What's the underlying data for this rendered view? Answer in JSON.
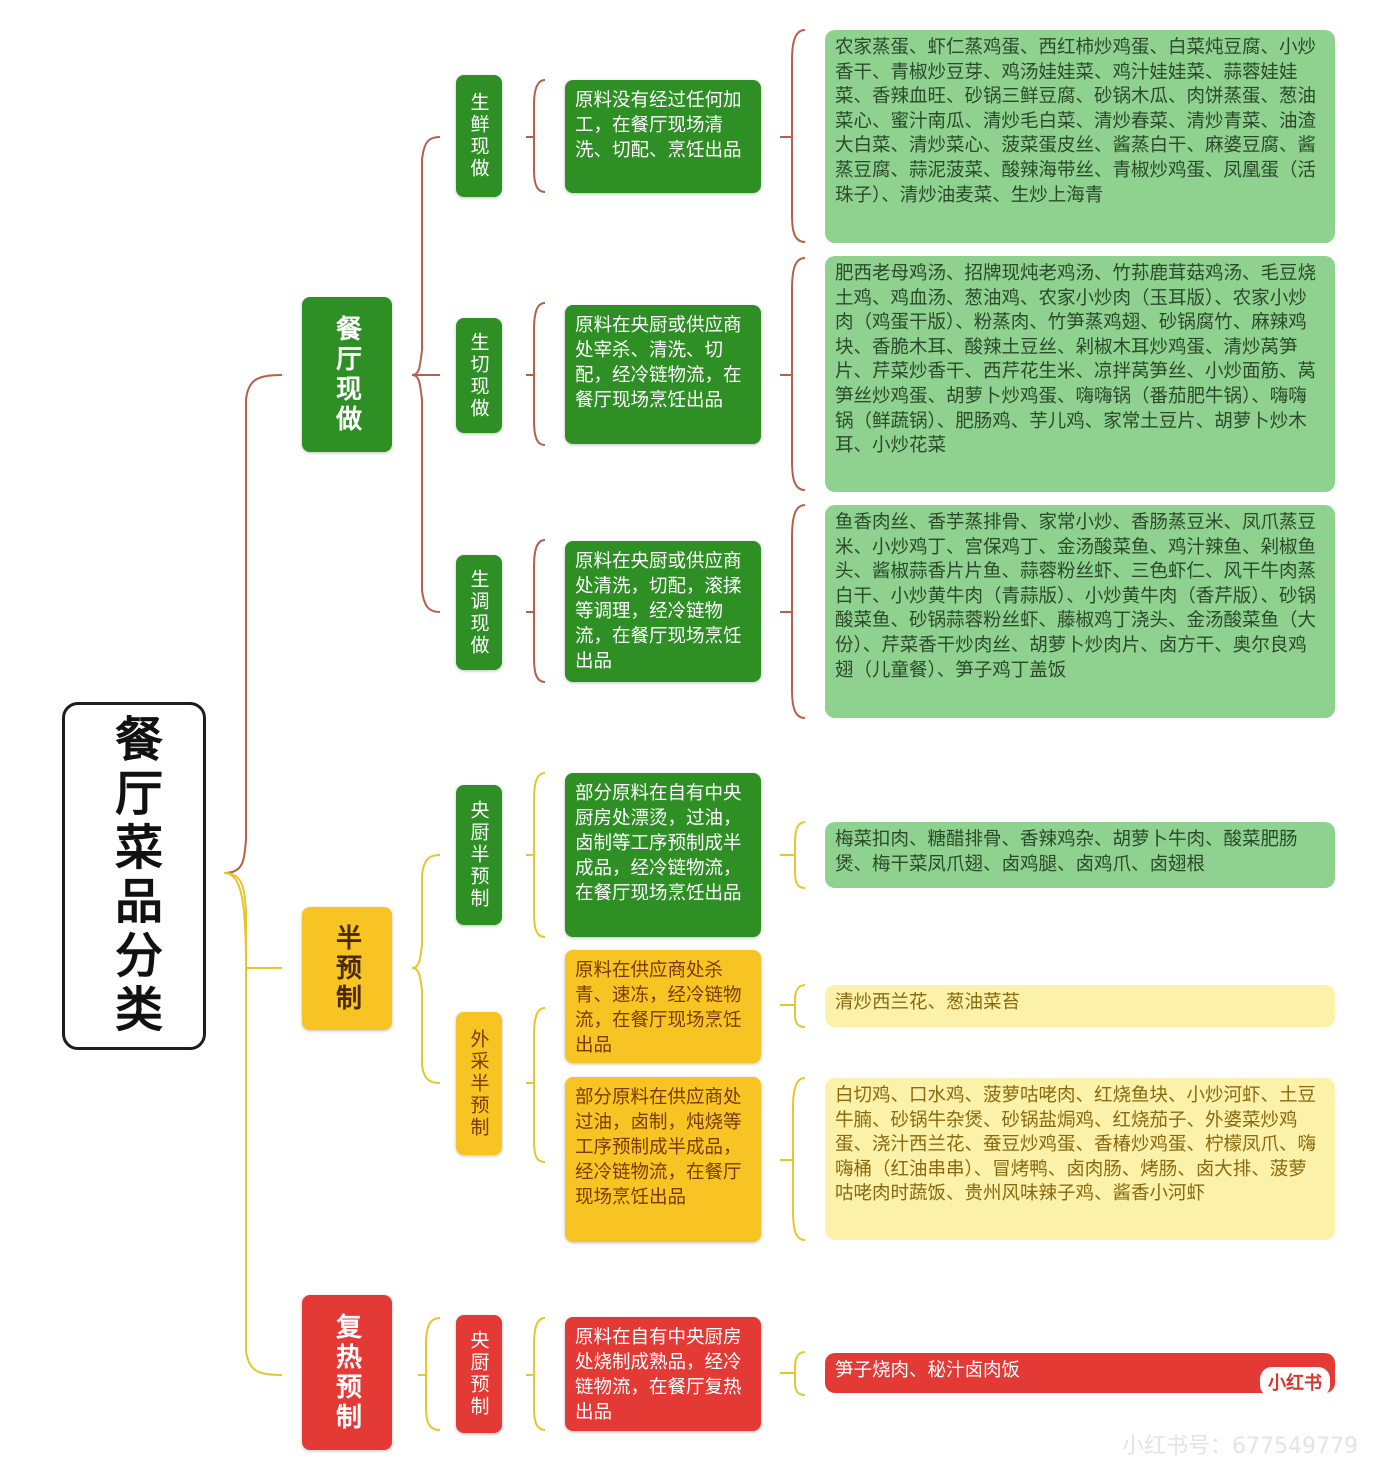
{
  "root": {
    "title": "餐厅菜品分类"
  },
  "categories": [
    {
      "name": "餐厅现做",
      "subs": [
        {
          "name": "生鲜现做",
          "desc": "原料没有经过任何加工，在餐厅现场清洗、切配、烹饪出品",
          "dishes": "农家蒸蛋、虾仁蒸鸡蛋、西红柿炒鸡蛋、白菜炖豆腐、小炒香干、青椒炒豆芽、鸡汤娃娃菜、鸡汁娃娃菜、蒜蓉娃娃菜、香辣血旺、砂锅三鲜豆腐、砂锅木瓜、肉饼蒸蛋、葱油菜心、蜜汁南瓜、清炒毛白菜、清炒春菜、清炒青菜、油渣大白菜、清炒菜心、菠菜蛋皮丝、酱蒸白干、麻婆豆腐、酱蒸豆腐、蒜泥菠菜、酸辣海带丝、青椒炒鸡蛋、凤凰蛋（活珠子）、清炒油麦菜、生炒上海青"
        },
        {
          "name": "生切现做",
          "desc": "原料在央厨或供应商处宰杀、清洗、切配，经冷链物流，在餐厅现场烹饪出品",
          "dishes": "肥西老母鸡汤、招牌现炖老鸡汤、竹荪鹿茸菇鸡汤、毛豆烧土鸡、鸡血汤、葱油鸡、农家小炒肉（玉耳版）、农家小炒肉（鸡蛋干版）、粉蒸肉、竹笋蒸鸡翅、砂锅腐竹、麻辣鸡块、香脆木耳、酸辣土豆丝、剁椒木耳炒鸡蛋、清炒莴笋片、芹菜炒香干、西芹花生米、凉拌莴笋丝、小炒面筋、莴笋丝炒鸡蛋、胡萝卜炒鸡蛋、嗨嗨锅（番茄肥牛锅）、嗨嗨锅（鲜蔬锅）、肥肠鸡、芋儿鸡、家常土豆片、胡萝卜炒木耳、小炒花菜"
        },
        {
          "name": "生调现做",
          "desc": "原料在央厨或供应商处清洗，切配，滚揉等调理，经冷链物流，在餐厅现场烹饪出品",
          "dishes": "鱼香肉丝、香芋蒸排骨、家常小炒、香肠蒸豆米、凤爪蒸豆米、小炒鸡丁、宫保鸡丁、金汤酸菜鱼、鸡汁辣鱼、剁椒鱼头、酱椒蒜香片片鱼、蒜蓉粉丝虾、三色虾仁、风干牛肉蒸白干、小炒黄牛肉（青蒜版）、小炒黄牛肉（香芹版）、砂锅酸菜鱼、砂锅蒜蓉粉丝虾、藤椒鸡丁浇头、金汤酸菜鱼（大份）、芹菜香干炒肉丝、胡萝卜炒肉片、卤方干、奥尔良鸡翅（儿童餐）、笋子鸡丁盖饭"
        }
      ]
    },
    {
      "name": "半预制",
      "subs": [
        {
          "name": "央厨半预制",
          "desc": "部分原料在自有中央厨房处漂烫，过油，卤制等工序预制成半成品，经冷链物流，在餐厅现场烹饪出品",
          "dishes": "梅菜扣肉、糖醋排骨、香辣鸡杂、胡萝卜牛肉、酸菜肥肠煲、梅干菜凤爪翅、卤鸡腿、卤鸡爪、卤翅根"
        },
        {
          "name": "外采半预制",
          "desc": "原料在供应商处杀青、速冻，经冷链物流，在餐厅现场烹饪出品",
          "dishes": "清炒西兰花、葱油菜苔",
          "desc2": "部分原料在供应商处过油，卤制，炖烧等工序预制成半成品，经冷链物流，在餐厅现场烹饪出品",
          "dishes2": "白切鸡、口水鸡、菠萝咕咾肉、红烧鱼块、小炒河虾、土豆牛腩、砂锅牛杂煲、砂锅盐焗鸡、红烧茄子、外婆菜炒鸡蛋、浇汁西兰花、蚕豆炒鸡蛋、香椿炒鸡蛋、柠檬凤爪、嗨嗨桶（红油串串）、冒烤鸭、卤肉肠、烤肠、卤大排、菠萝咕咾肉时蔬饭、贵州风味辣子鸡、酱香小河虾"
        }
      ]
    },
    {
      "name": "复热预制",
      "subs": [
        {
          "name": "央厨预制",
          "desc": "原料在自有中央厨房处烧制成熟品，经冷链物流，在餐厅复热出品",
          "dishes": "笋子烧肉、秘汁卤肉饭"
        }
      ]
    }
  ],
  "watermark": {
    "brand": "小红书",
    "id": "小红书号：677549779"
  },
  "colors": {
    "dark_green": "#2e8f24",
    "light_green": "#8fd18f",
    "dark_yellow": "#f7c424",
    "light_yellow": "#fcf1a8",
    "red": "#e43a36"
  }
}
